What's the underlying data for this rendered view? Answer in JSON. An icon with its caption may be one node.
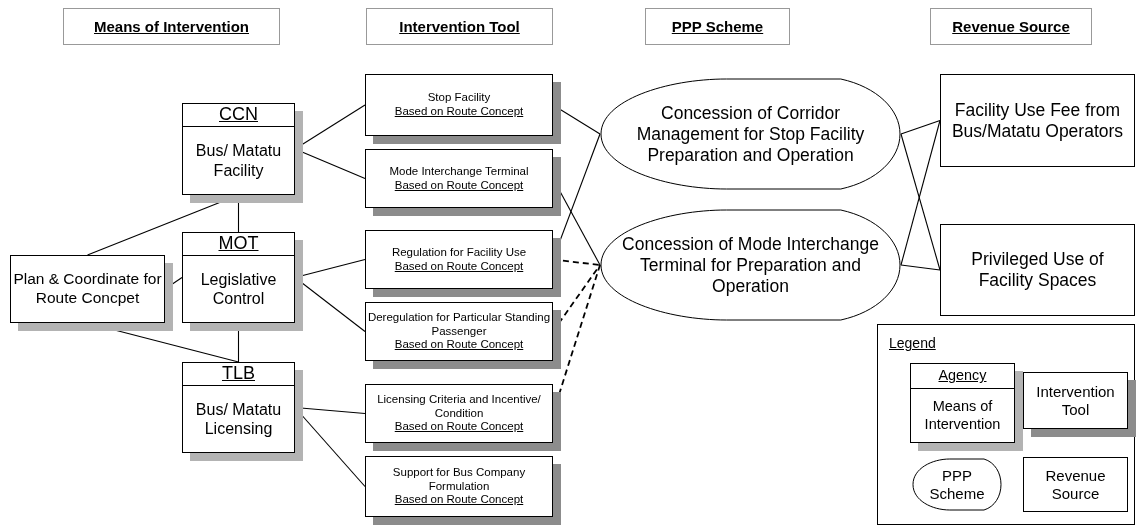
{
  "diagram": {
    "nodes": [
      {
        "text": [
          "Means of Intervention"
        ]
      },
      {
        "text": [
          "Intervention Tool"
        ]
      },
      {
        "text": [
          "PPP Scheme"
        ]
      },
      {
        "text": [
          "Revenue Source"
        ]
      },
      {
        "text": [
          "Plan & Coordinate for Route Concpet"
        ]
      },
      {
        "text": [
          "CCN",
          "Bus/ Matatu Facility"
        ]
      },
      {
        "text": [
          "MOT",
          "Legislative Control"
        ]
      },
      {
        "text": [
          "TLB",
          "Bus/ Matatu Licensing"
        ]
      },
      {
        "text": [
          "Stop Facility",
          "Based on Route Concept"
        ]
      },
      {
        "text": [
          "Mode Interchange Terminal",
          "Based on Route Concept"
        ]
      },
      {
        "text": [
          "Regulation for Facility Use",
          "Based on Route Concept"
        ]
      },
      {
        "text": [
          "Deregulation for Particular Standing Passenger",
          "Based on Route Concept"
        ]
      },
      {
        "text": [
          "Licensing Criteria and Incentive/ Condition",
          "Based on Route Concept"
        ]
      },
      {
        "text": [
          "Support for Bus Company Formulation",
          "Based on Route Concept"
        ]
      },
      {
        "text": [
          "Concession of Corridor Management for Stop Facility Preparation and Operation"
        ]
      },
      {
        "text": [
          "Concession of Mode Interchange Terminal for Preparation and Operation"
        ]
      },
      {
        "text": [
          "Facility Use Fee from Bus/Matatu Operators"
        ]
      },
      {
        "text": [
          "Privileged Use of Facility Spaces"
        ]
      },
      {
        "text": [
          "Legend"
        ]
      },
      {
        "text": [
          "Agency",
          "Means of Intervention"
        ],
        "in": 18
      },
      {
        "text": [
          "Intervention Tool"
        ],
        "in": 18
      },
      {
        "text": [
          "PPP Scheme"
        ],
        "in": 18
      },
      {
        "text": [
          "Revenue Source"
        ],
        "in": 18
      }
    ],
    "edges": [
      {
        "from": 5,
        "to": 8,
        "arrow": "none"
      },
      {
        "from": 5,
        "to": 9,
        "arrow": "none"
      },
      {
        "from": 5,
        "to": 6,
        "arrow": "none"
      },
      {
        "from": 5,
        "to": 4,
        "arrow": "none"
      },
      {
        "from": 4,
        "to": 6,
        "arrow": "none"
      },
      {
        "from": 6,
        "to": 7,
        "arrow": "none"
      },
      {
        "from": 4,
        "to": 7,
        "arrow": "none"
      },
      {
        "from": 6,
        "to": 10,
        "arrow": "none"
      },
      {
        "from": 6,
        "to": 11,
        "arrow": "none"
      },
      {
        "from": 7,
        "to": 12,
        "arrow": "none"
      },
      {
        "from": 7,
        "to": 13,
        "arrow": "none"
      },
      {
        "from": 8,
        "to": 14,
        "arrow": "none"
      },
      {
        "from": 9,
        "to": 15,
        "arrow": "none"
      },
      {
        "from": 10,
        "to": 14,
        "arrow": "none"
      },
      {
        "from": 10,
        "to": 15,
        "arrow": "none",
        "style": "dashed"
      },
      {
        "from": 11,
        "to": 15,
        "arrow": "none",
        "style": "dashed"
      },
      {
        "from": 12,
        "to": 15,
        "arrow": "none",
        "style": "dashed"
      },
      {
        "from": 14,
        "to": 16,
        "arrow": "none"
      },
      {
        "from": 14,
        "to": 17,
        "arrow": "none"
      },
      {
        "from": 15,
        "to": 16,
        "arrow": "none"
      },
      {
        "from": 15,
        "to": 17,
        "arrow": "none"
      }
    ]
  }
}
